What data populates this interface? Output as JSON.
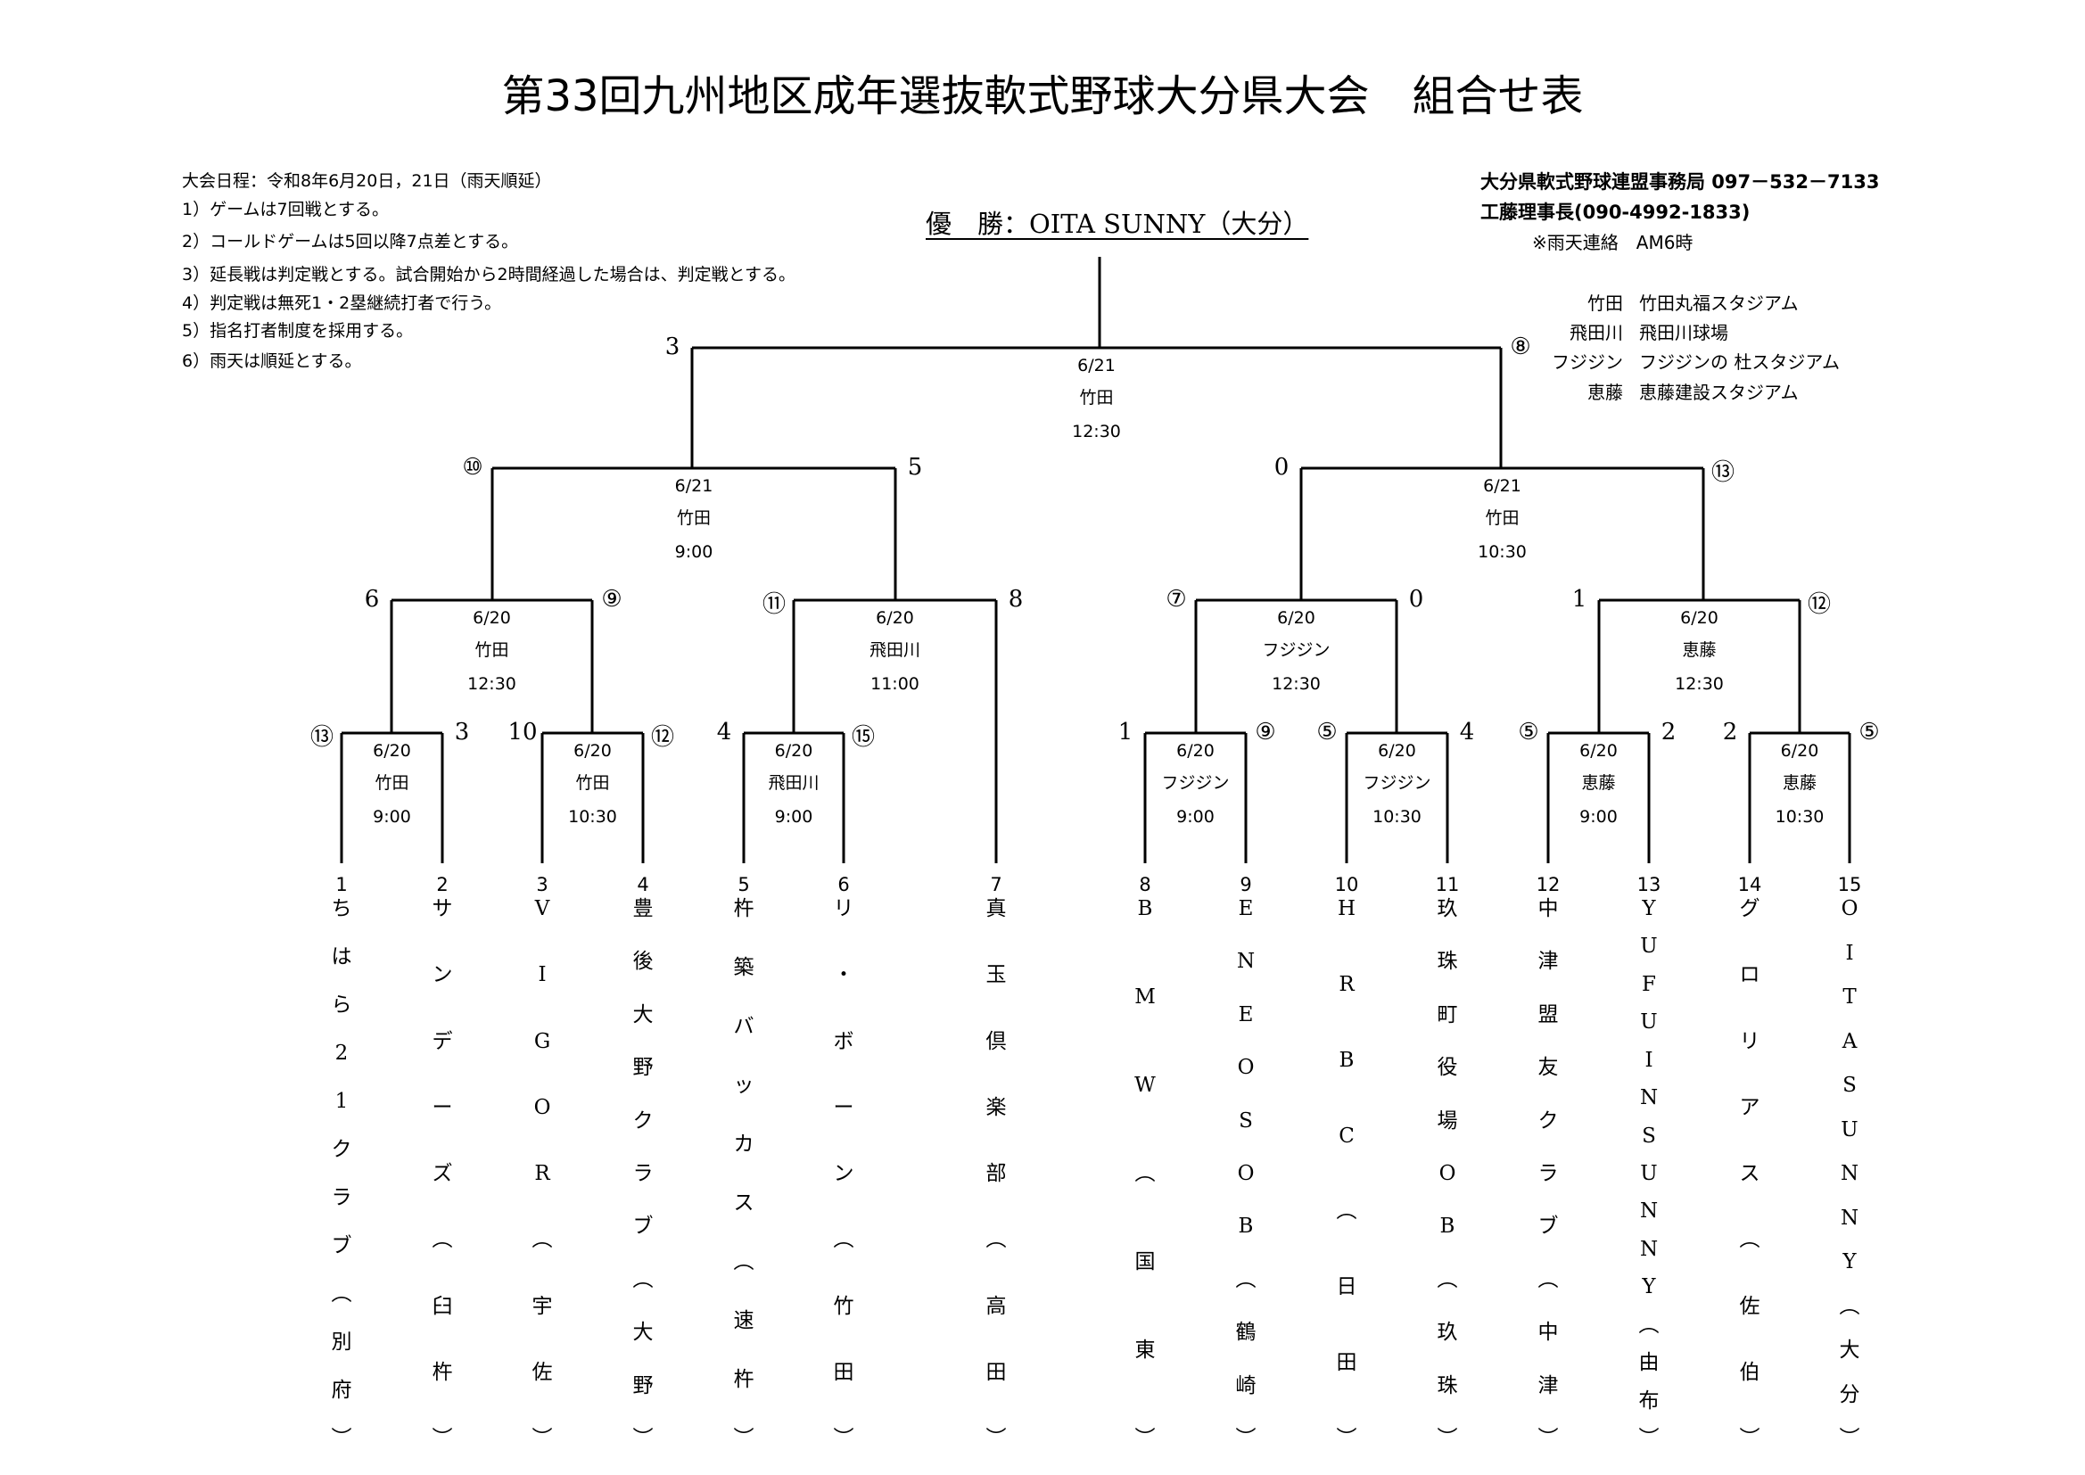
{
  "title": "第33回九州地区成年選抜軟式野球大分県大会　組合せ表",
  "rules": [
    "大会日程：令和8年6月20日，21日（雨天順延）",
    "1）ゲームは7回戦とする。",
    "2）コールドゲームは5回以降7点差とする。",
    "3）延長戦は判定戦とする。試合開始から2時間経過した場合は、判定戦とする。",
    "4）判定戦は無死1・2塁継続打者で行う。",
    "5）指名打者制度を採用する。",
    "6）雨天は順延とする。"
  ],
  "office": {
    "line1": "大分県軟式野球連盟事務局 097－532－7133",
    "line2": "工藤理事長(090-4992-1833)",
    "line3": "※雨天連絡　AM6時"
  },
  "venues": [
    {
      "abbr": "竹田",
      "name": "竹田丸福スタジアム"
    },
    {
      "abbr": "飛田川",
      "name": "飛田川球場"
    },
    {
      "abbr": "フジジン",
      "name": "フジジンの 杜スタジアム"
    },
    {
      "abbr": "恵藤",
      "name": "恵藤建設スタジアム"
    }
  ],
  "champion": "優　勝：OITA SUNNY（大分）",
  "games": [
    {
      "id": "final",
      "date": "6/21",
      "venue": "竹田",
      "time": "12:30",
      "score_left": "3",
      "score_right": "⑧"
    },
    {
      "id": "semi_left",
      "date": "6/21",
      "venue": "竹田",
      "time": "9:00",
      "score_left": "⑩",
      "score_right": "5"
    },
    {
      "id": "semi_right",
      "date": "6/21",
      "venue": "竹田",
      "time": "10:30",
      "score_left": "0",
      "score_right": "⑬"
    },
    {
      "id": "qf1",
      "date": "6/20",
      "venue": "竹田",
      "time": "12:30",
      "score_left": "6",
      "score_right": "⑨"
    },
    {
      "id": "qf2",
      "date": "6/20",
      "venue": "飛田川",
      "time": "11:00",
      "score_left": "⑪",
      "score_right": "8"
    },
    {
      "id": "qf3",
      "date": "6/20",
      "venue": "フジジン",
      "time": "12:30",
      "score_left": "⑦",
      "score_right": "0"
    },
    {
      "id": "qf4",
      "date": "6/20",
      "venue": "恵藤",
      "time": "12:30",
      "score_left": "1",
      "score_right": "⑫"
    },
    {
      "id": "r1_1",
      "date": "6/20",
      "venue": "竹田",
      "time": "9:00",
      "score_left": "⑬",
      "score_right": "3"
    },
    {
      "id": "r1_2",
      "date": "6/20",
      "venue": "竹田",
      "time": "10:30",
      "score_left": "10",
      "score_right": "⑫"
    },
    {
      "id": "r1_3",
      "date": "6/20",
      "venue": "飛田川",
      "time": "9:00",
      "score_left": "4",
      "score_right": "⑮"
    },
    {
      "id": "r1_4",
      "date": "6/20",
      "venue": "フジジン",
      "time": "9:00",
      "score_left": "1",
      "score_right": "⑨"
    },
    {
      "id": "r1_5",
      "date": "6/20",
      "venue": "フジジン",
      "time": "10:30",
      "score_left": "⑤",
      "score_right": "4"
    },
    {
      "id": "r1_6",
      "date": "6/20",
      "venue": "恵藤",
      "time": "9:00",
      "score_left": "⑤",
      "score_right": "2"
    },
    {
      "id": "r1_7",
      "date": "6/20",
      "venue": "恵藤",
      "time": "10:30",
      "score_left": "2",
      "score_right": "⑤"
    }
  ],
  "teams": [
    {
      "no": "1",
      "name": "ちはら21クラブ（別府）"
    },
    {
      "no": "2",
      "name": "サンデーズ（臼杵）"
    },
    {
      "no": "3",
      "name": "VIGOR（宇佐）"
    },
    {
      "no": "4",
      "name": "豊後大野クラブ（大野）"
    },
    {
      "no": "5",
      "name": "杵築バッカス（速杵）"
    },
    {
      "no": "6",
      "name": "リ・ボーン（竹田）"
    },
    {
      "no": "7",
      "name": "真玉倶楽部（高田）"
    },
    {
      "no": "8",
      "name": "BMW（国東）"
    },
    {
      "no": "9",
      "name": "ENEOS OB（鶴崎）"
    },
    {
      "no": "10",
      "name": "HRBC（日田）"
    },
    {
      "no": "11",
      "name": "玖珠町役場OB（玖珠）"
    },
    {
      "no": "12",
      "name": "中津盟友クラブ（中津）"
    },
    {
      "no": "13",
      "name": "YUFUIN SUNNY（由布）"
    },
    {
      "no": "14",
      "name": "グロリアス（佐伯）"
    },
    {
      "no": "15",
      "name": "OITA SUNNY（大分）"
    }
  ],
  "team_columns": [
    [
      "ち",
      "は",
      "ら",
      "2",
      "1",
      "ク",
      "ラ",
      "ブ",
      "︵",
      "別",
      "府",
      "︶"
    ],
    [
      "サ",
      "ン",
      "デ",
      "ー",
      "ズ",
      "︵",
      "臼",
      "杵",
      "︶"
    ],
    [
      "V",
      "I",
      "G",
      "O",
      "R",
      "︵",
      "宇",
      "佐",
      "︶"
    ],
    [
      "豊",
      "後",
      "大",
      "野",
      "ク",
      "ラ",
      "ブ",
      "︵",
      "大",
      "野",
      "︶"
    ],
    [
      "杵",
      "築",
      "バ",
      "ッ",
      "カ",
      "ス",
      "︵",
      "速",
      "杵",
      "︶"
    ],
    [
      "リ",
      "・",
      "ボ",
      "ー",
      "ン",
      "︵",
      "竹",
      "田",
      "︶"
    ],
    [
      "真",
      "玉",
      "倶",
      "楽",
      "部",
      "︵",
      "高",
      "田",
      "︶"
    ],
    [
      "B",
      "M",
      "W",
      "︵",
      "国",
      "東",
      "︶"
    ],
    [
      "E",
      "N",
      "E",
      "O",
      "S",
      "O",
      "B",
      "︵",
      "鶴",
      "崎",
      "︶"
    ],
    [
      "H",
      "R",
      "B",
      "C",
      "︵",
      "日",
      "田",
      "︶"
    ],
    [
      "玖",
      "珠",
      "町",
      "役",
      "場",
      "O",
      "B",
      "︵",
      "玖",
      "珠",
      "︶"
    ],
    [
      "中",
      "津",
      "盟",
      "友",
      "ク",
      "ラ",
      "ブ",
      "︵",
      "中",
      "津",
      "︶"
    ],
    [
      "Y",
      "U",
      "F",
      "U",
      "I",
      "N",
      "S",
      "U",
      "N",
      "N",
      "Y",
      "︵",
      "由",
      "布",
      "︶"
    ],
    [
      "グ",
      "ロ",
      "リ",
      "ア",
      "ス",
      "︵",
      "佐",
      "伯",
      "︶"
    ],
    [
      "O",
      "I",
      "T",
      "A",
      "S",
      "U",
      "N",
      "N",
      "Y",
      "︵",
      "大",
      "分",
      "︶"
    ]
  ]
}
